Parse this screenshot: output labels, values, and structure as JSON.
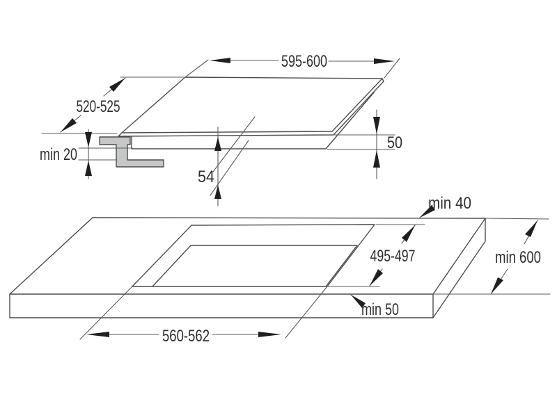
{
  "hob_view": {
    "width": "595-600",
    "depth": "520-525",
    "under_clearance": "min 20",
    "total_height": "54",
    "edge_height": "50"
  },
  "worktop_view": {
    "rear_clearance": "min 40",
    "cutout_depth": "495-497",
    "worktop_depth": "min 600",
    "front_clearance": "min 50",
    "cutout_width": "560-562"
  },
  "colors": {
    "background": "#ffffff",
    "line": "#4c4c4c",
    "text": "#2e2e2e",
    "arrow": "#1f1f1f",
    "bracket_fill": "#c6c8c7"
  }
}
